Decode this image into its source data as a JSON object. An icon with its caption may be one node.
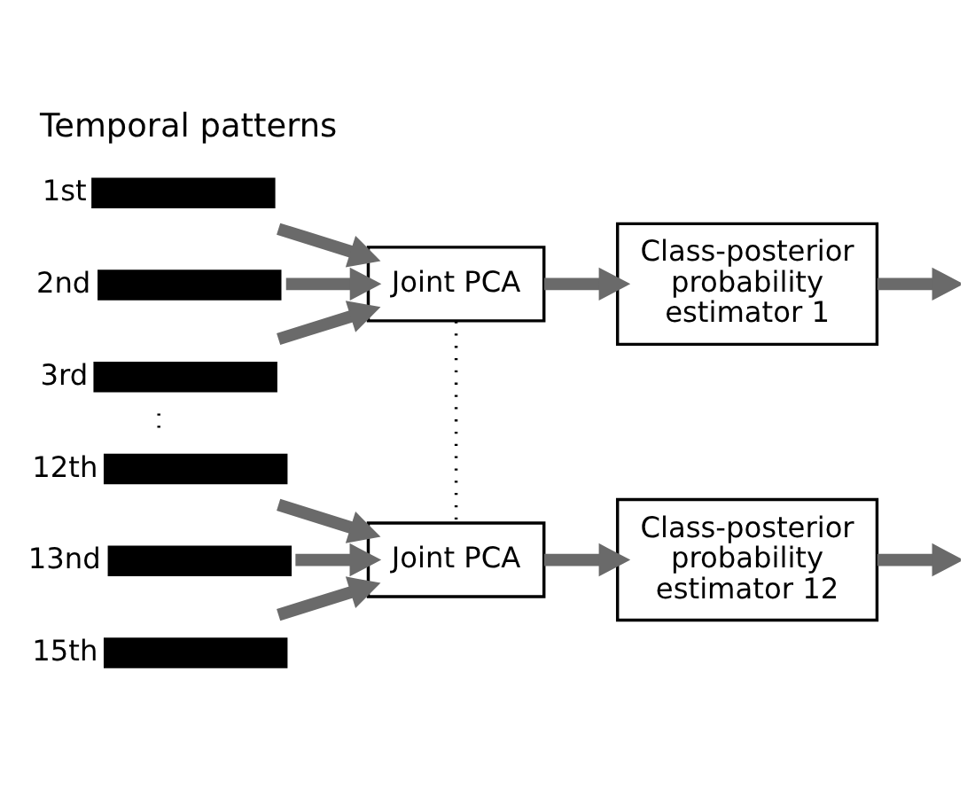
{
  "diagram": {
    "title": "Temporal patterns",
    "nodes": [
      {
        "text": [],
        "shape": "bar",
        "beside": [
          "1st"
        ]
      },
      {
        "text": [],
        "shape": "bar",
        "beside": [
          "2nd"
        ]
      },
      {
        "text": [],
        "shape": "bar",
        "beside": [
          "3rd"
        ]
      },
      {
        "text": [
          "Joint PCA"
        ]
      },
      {
        "text": [
          "Class-posterior probability estimator 1"
        ]
      },
      {
        "text": [],
        "shape": "bar",
        "beside": [
          "12th"
        ]
      },
      {
        "text": [],
        "shape": "bar",
        "beside": [
          "13nd"
        ]
      },
      {
        "text": [],
        "shape": "bar",
        "beside": [
          "15th"
        ]
      },
      {
        "text": [
          "Joint PCA"
        ]
      },
      {
        "text": [
          "Class-posterior probability estimator 12"
        ]
      }
    ],
    "edges": [
      {
        "from": 0,
        "to": 3,
        "arrow": "to"
      },
      {
        "from": 1,
        "to": 3,
        "arrow": "to"
      },
      {
        "from": 2,
        "to": 3,
        "arrow": "to"
      },
      {
        "from": 3,
        "to": 4,
        "arrow": "to"
      },
      {
        "from": 4,
        "to": null,
        "arrow": "to"
      },
      {
        "from": 5,
        "to": 8,
        "arrow": "to"
      },
      {
        "from": 6,
        "to": 8,
        "arrow": "to"
      },
      {
        "from": 7,
        "to": 8,
        "arrow": "to"
      },
      {
        "from": 8,
        "to": 9,
        "arrow": "to"
      },
      {
        "from": 9,
        "to": null,
        "arrow": "to"
      },
      {
        "from": 2,
        "to": 5,
        "arrow": "none",
        "style": "dashed",
        "color": "#000000"
      },
      {
        "from": 3,
        "to": 8,
        "arrow": "none",
        "style": "dashed",
        "color": "#000000"
      }
    ]
  }
}
